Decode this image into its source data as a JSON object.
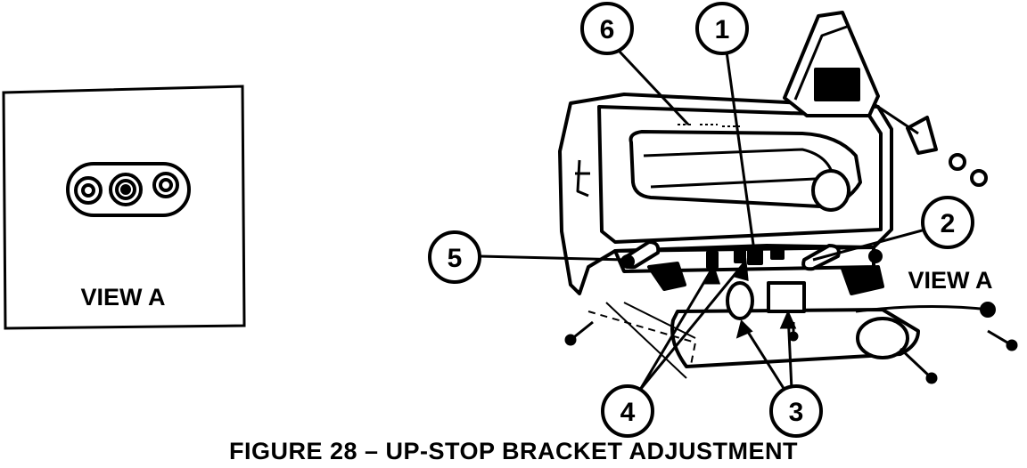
{
  "inset": {
    "label": "VIEW A"
  },
  "view_label": "VIEW A",
  "callouts": [
    {
      "id": "6",
      "label": "6"
    },
    {
      "id": "1",
      "label": "1"
    },
    {
      "id": "2",
      "label": "2"
    },
    {
      "id": "5",
      "label": "5"
    },
    {
      "id": "4",
      "label": "4"
    },
    {
      "id": "3",
      "label": "3"
    }
  ],
  "caption": "FIGURE 28 – UP-STOP BRACKET ADJUSTMENT"
}
